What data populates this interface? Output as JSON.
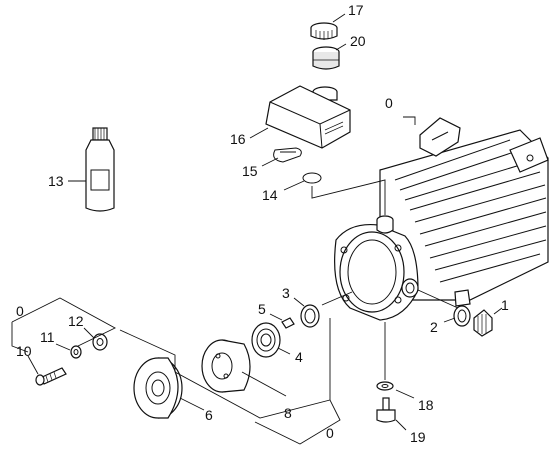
{
  "diagram": {
    "background": "#ffffff",
    "line_color": "#111111",
    "callouts": {
      "c0_top": "0",
      "c1": "1",
      "c2": "2",
      "c3": "3",
      "c4": "4",
      "c5": "5",
      "c6": "6",
      "c8": "8",
      "c0_bottom": "0",
      "c0_left": "0",
      "c10": "10",
      "c11": "11",
      "c12": "12",
      "c13": "13",
      "c14": "14",
      "c15": "15",
      "c16": "16",
      "c17": "17",
      "c18": "18",
      "c19": "19",
      "c20": "20"
    }
  }
}
